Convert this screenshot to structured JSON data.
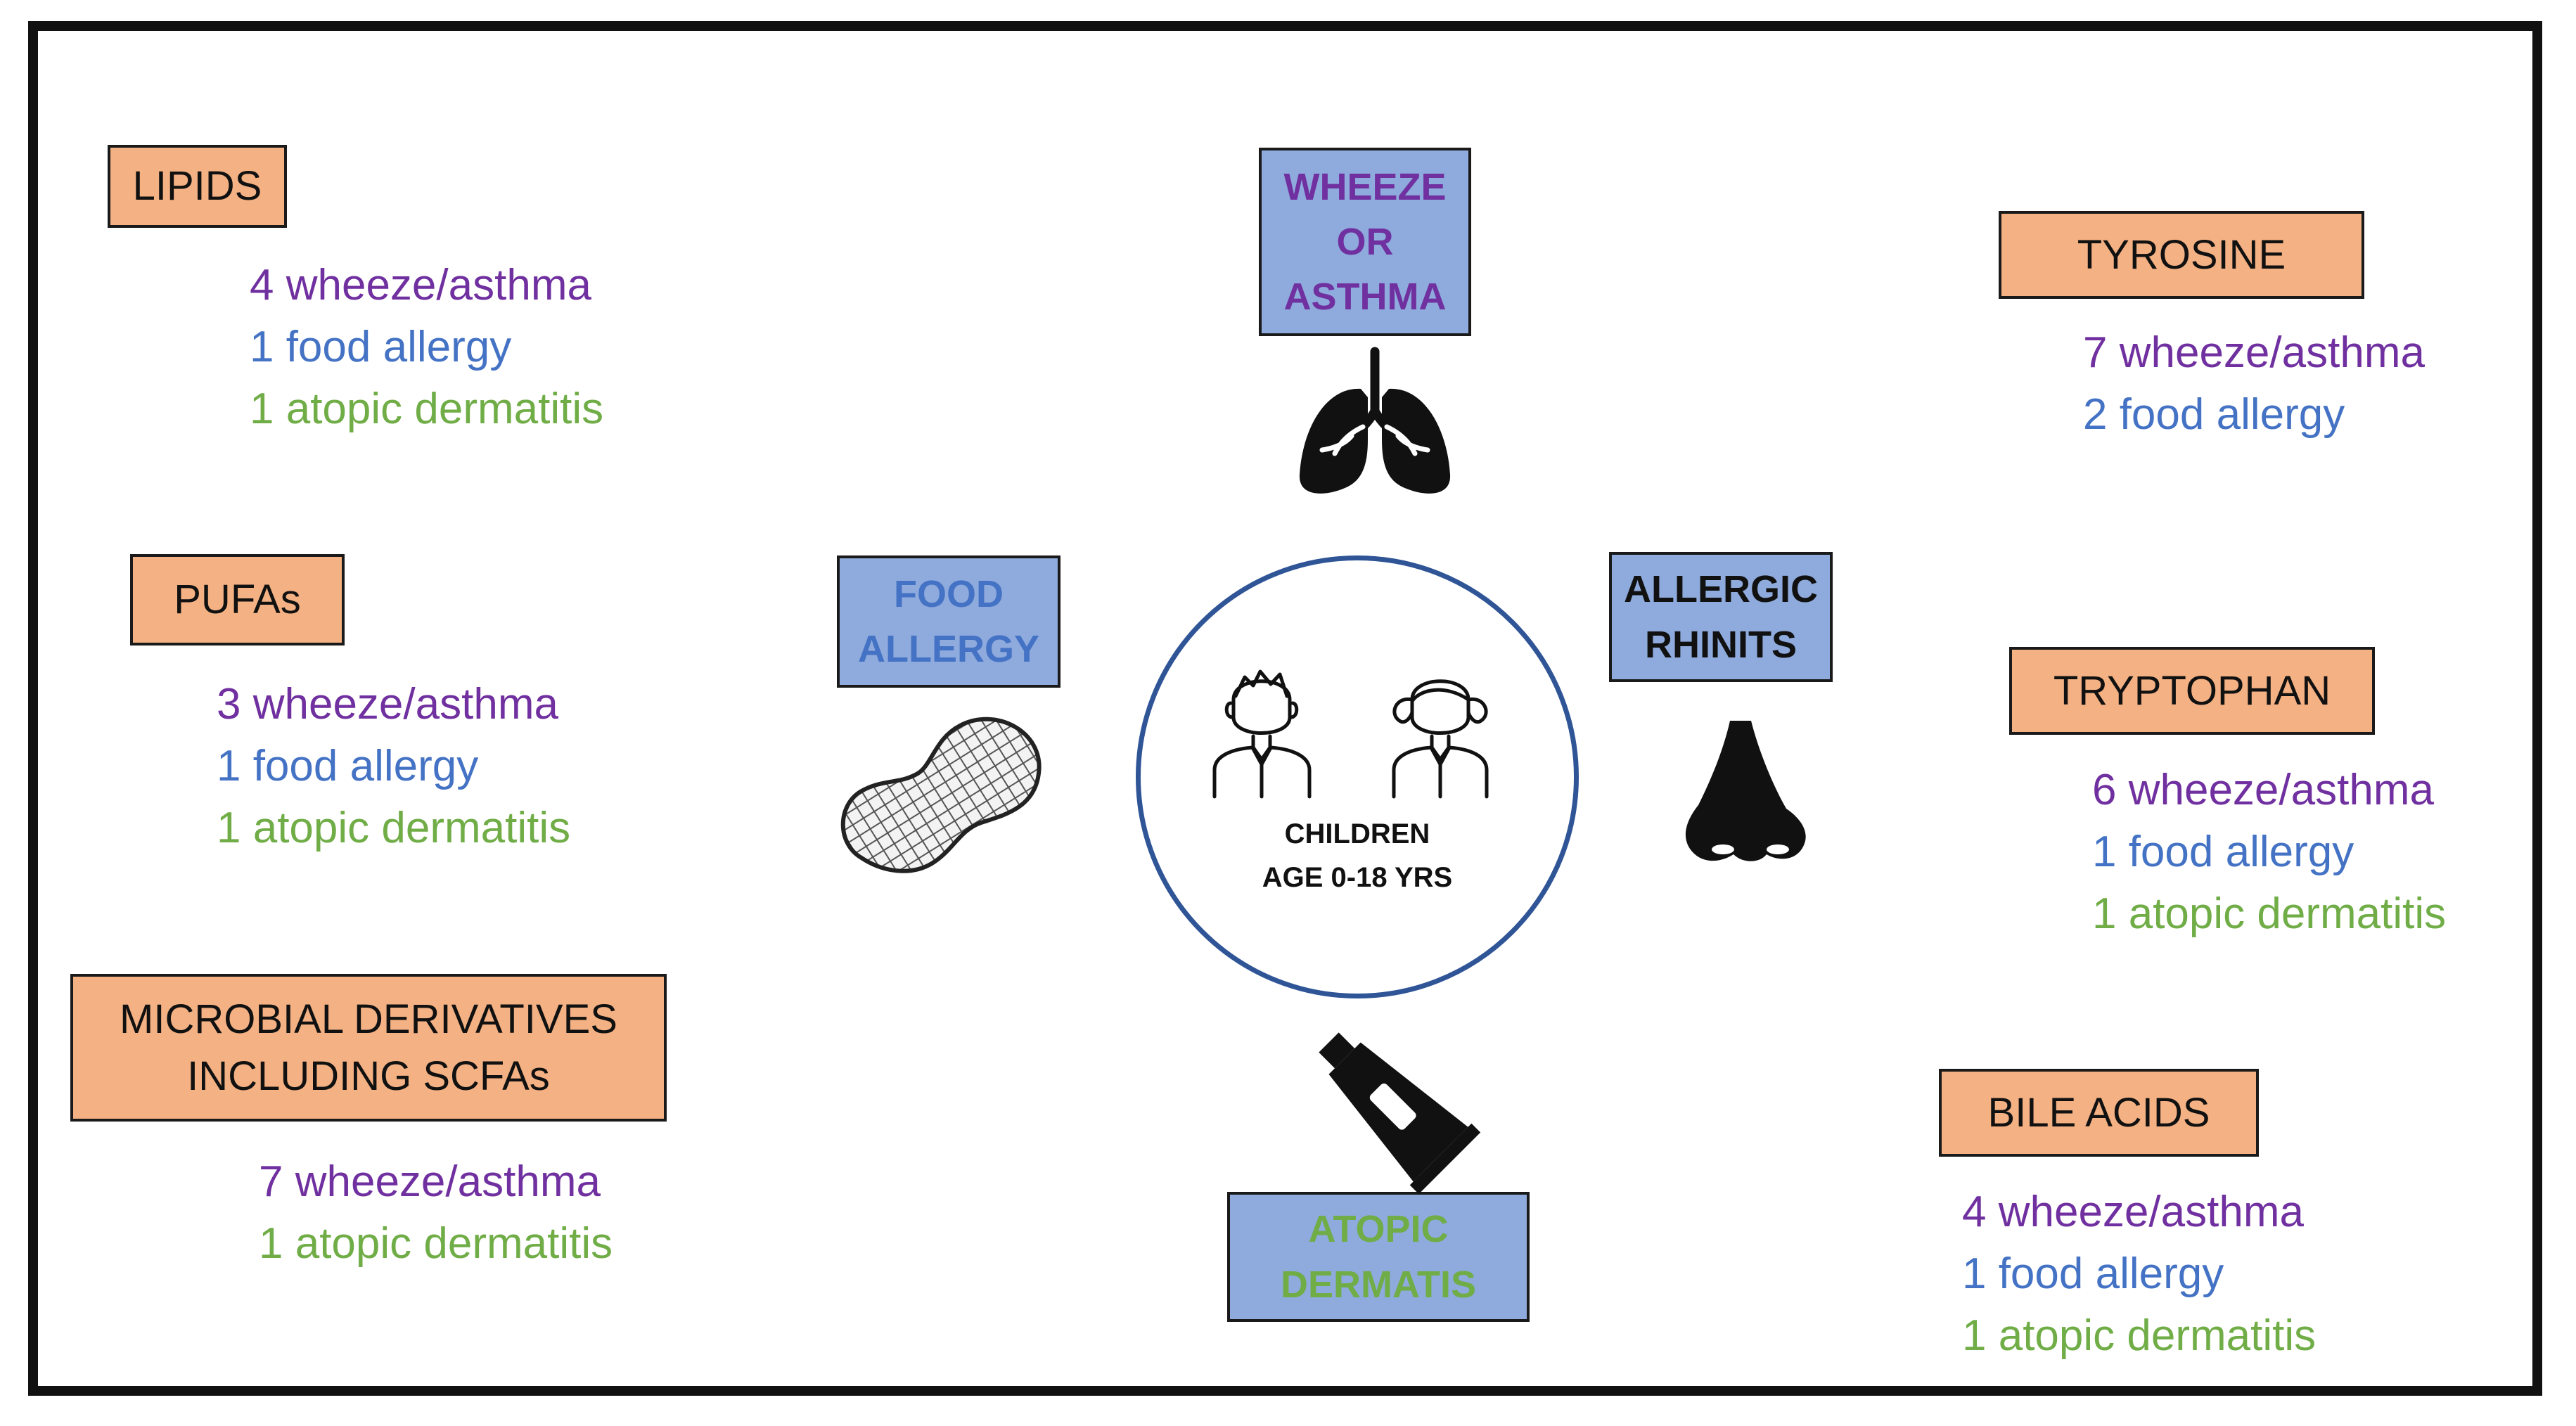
{
  "colors": {
    "metabolite_box": "#F4B183",
    "condition_box": "#8FAADC",
    "wheeze": "#7030A0",
    "food_allergy": "#4472C4",
    "atopic_dermatitis": "#70AD47",
    "circle_border": "#2F5597"
  },
  "center": {
    "line1": "CHILDREN",
    "line2": "AGE 0-18 YRS",
    "icons": [
      "boy-icon",
      "girl-icon"
    ]
  },
  "conditions": {
    "wheeze": {
      "label": "WHEEZE\nOR\nASTHMA",
      "icon": "lungs-icon"
    },
    "food": {
      "label": "FOOD\nALLERGY",
      "icon": "peanut-icon"
    },
    "rhinitis": {
      "label": "ALLERGIC\nRHINITS",
      "icon": "nose-icon"
    },
    "atopic": {
      "label": "ATOPIC\nDERMATIS",
      "icon": "cream-tube-icon"
    }
  },
  "metabolites": {
    "lipids": {
      "label": "LIPIDS",
      "wheeze": "4 wheeze/asthma",
      "food": "1 food allergy",
      "atopic": "1 atopic dermatitis"
    },
    "pufas": {
      "label": "PUFAs",
      "wheeze": "3 wheeze/asthma",
      "food": "1 food allergy",
      "atopic": "1 atopic dermatitis"
    },
    "microbial": {
      "label": "MICROBIAL DERIVATIVES\nINCLUDING SCFAs",
      "wheeze": "7 wheeze/asthma",
      "atopic": "1 atopic dermatitis"
    },
    "tyrosine": {
      "label": "TYROSINE",
      "wheeze": "7 wheeze/asthma",
      "food": "2 food allergy"
    },
    "tryptophan": {
      "label": "TRYPTOPHAN",
      "wheeze": "6 wheeze/asthma",
      "food": "1 food allergy",
      "atopic": "1 atopic dermatitis"
    },
    "bile": {
      "label": "BILE ACIDS",
      "wheeze": "4 wheeze/asthma",
      "food": "1 food allergy",
      "atopic": "1 atopic dermatitis"
    }
  }
}
